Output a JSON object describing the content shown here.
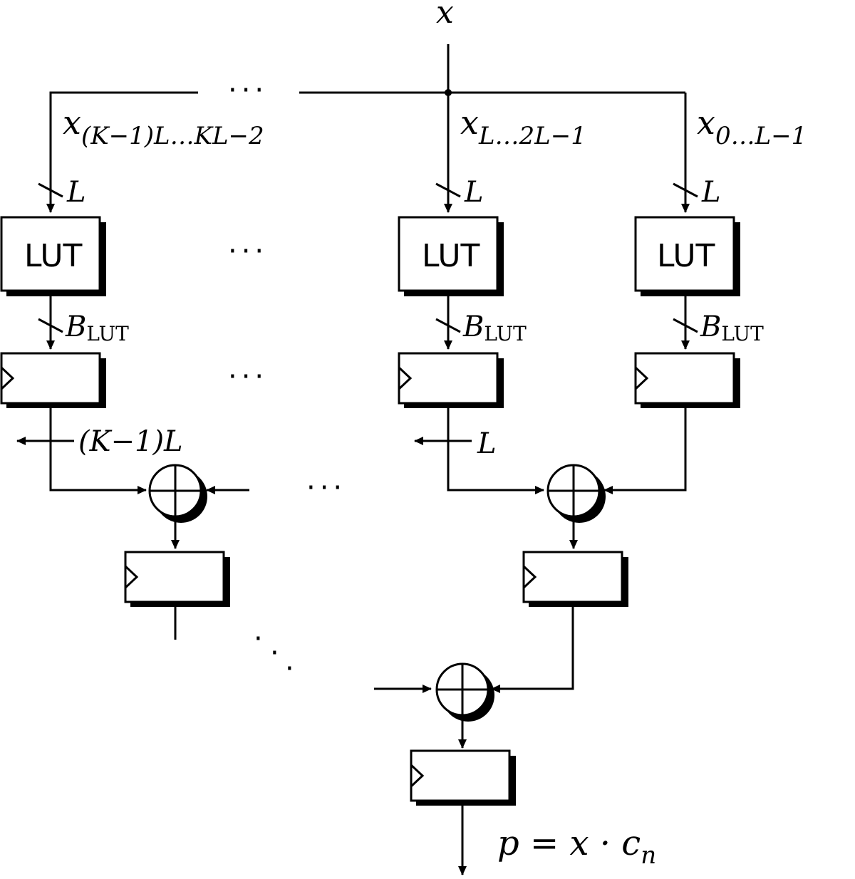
{
  "input": {
    "name": "x"
  },
  "output": {
    "label": "p = x · c",
    "sub": "n"
  },
  "lut_label": "LUT",
  "ellipsis": "···",
  "bus_width": "L",
  "lut_width": {
    "base": "B",
    "sub": "LUT"
  },
  "slices": [
    {
      "signal_base": "x",
      "signal_sub": "(K−1)L…KL−2",
      "shift": "(K−1)L"
    },
    {
      "signal_base": "x",
      "signal_sub": "L…2L−1",
      "shift": "L"
    },
    {
      "signal_base": "x",
      "signal_sub": "0…L−1",
      "shift": ""
    }
  ]
}
